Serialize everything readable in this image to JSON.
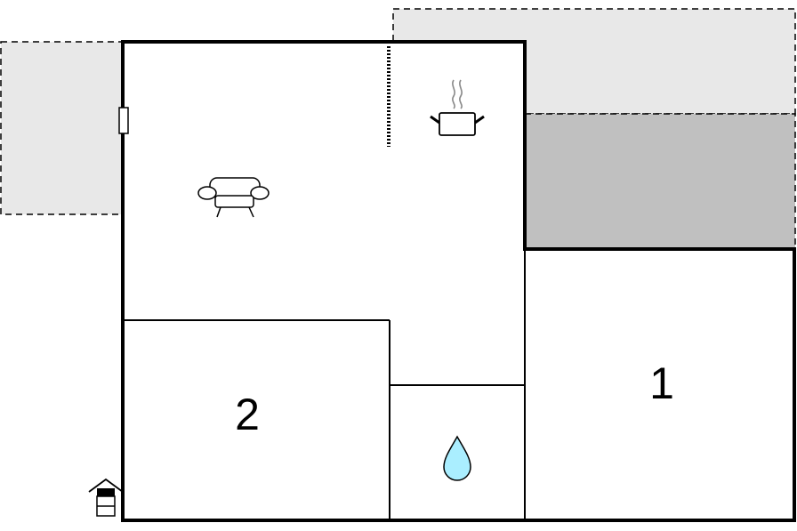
{
  "rooms": [
    {
      "id": "bedroom-1",
      "label": "1"
    },
    {
      "id": "bedroom-2",
      "label": "2"
    }
  ],
  "icons": {
    "living": "sofa-icon",
    "kitchen": "cooking-pot-icon",
    "bathroom": "water-drop-icon",
    "entrance": "entrance-icon",
    "door": "door-icon"
  },
  "colors": {
    "wall": "#000000",
    "outdoor_area": "#e8e8e8",
    "covered_area": "#c0c0c0",
    "water": "#aaeeff",
    "floor": "#ffffff"
  }
}
